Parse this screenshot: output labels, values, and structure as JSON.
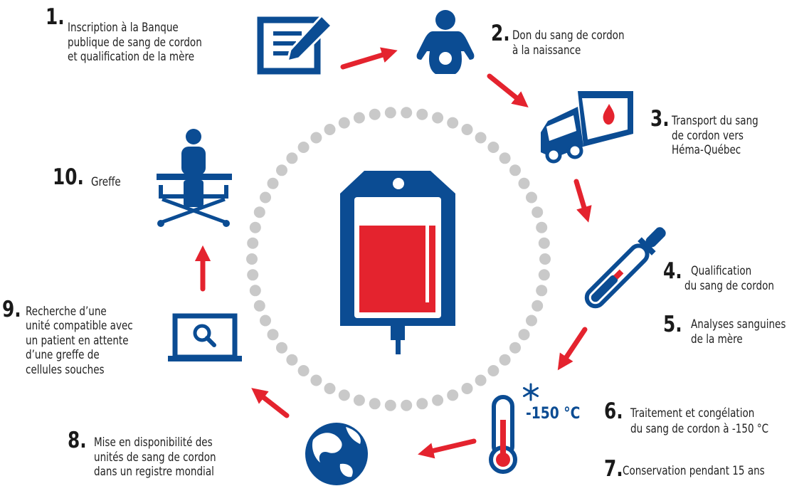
{
  "colors": {
    "blue": "#0b4c93",
    "red": "#e4232e",
    "dots": "#c9c9c9"
  },
  "icons": [
    "form-pencil-icon",
    "baby-icon",
    "delivery-truck-icon",
    "blood-drop-icon",
    "pipette-tube-icon",
    "thermometer-icon",
    "snowflake-icon",
    "globe-icon",
    "laptop-search-icon",
    "patient-bed-icon",
    "blood-bag-icon"
  ],
  "steps": [
    {
      "num": "1.",
      "lines": [
        "Inscription à la Banque",
        "publique de sang de cordon",
        "et qualification de la mère"
      ]
    },
    {
      "num": "2.",
      "lines": [
        "Don du sang de cordon",
        "à la naissance"
      ]
    },
    {
      "num": "3.",
      "lines": [
        "Transport du sang",
        "de cordon vers",
        "Héma-Québec"
      ]
    },
    {
      "num": "4.",
      "lines": [
        "Qualification",
        "du sang de cordon"
      ]
    },
    {
      "num": "5.",
      "lines": [
        "Analyses sanguines",
        "de la mère"
      ]
    },
    {
      "num": "6.",
      "lines": [
        "Traitement et congélation",
        "du sang de cordon à -150 °C"
      ]
    },
    {
      "num": "7.",
      "lines": [
        "Conservation pendant 15 ans"
      ]
    },
    {
      "num": "8.",
      "lines": [
        "Mise en disponibilité des",
        "unités de sang de cordon",
        "dans un registre mondial"
      ]
    },
    {
      "num": "9.",
      "lines": [
        "Recherche d’une",
        "unité compatible avec",
        "un patient en attente",
        "d’une greffe de",
        "cellules souches"
      ]
    },
    {
      "num": "10.",
      "lines": [
        "Greffe"
      ]
    }
  ],
  "temperature_label": "-150 °C"
}
